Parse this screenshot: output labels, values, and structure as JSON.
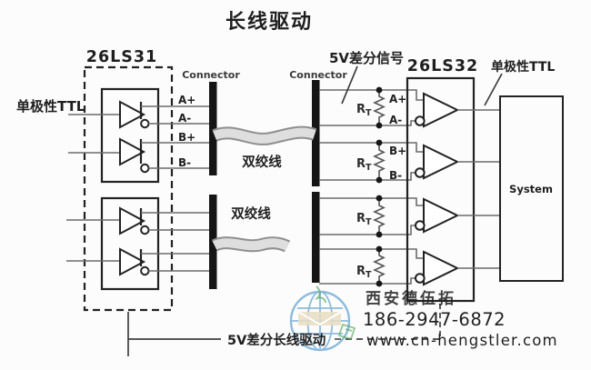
{
  "title": "长线驱动",
  "driver_side": {
    "chip": "26LS31",
    "signal_label": "单极性TTL"
  },
  "receiver_side": {
    "chip": "26LS32",
    "signal_label": "单极性TTL",
    "system_label": "System"
  },
  "connectors": {
    "left": "Connector",
    "right": "Connector"
  },
  "twisted_pair": {
    "upper": "双绞线",
    "lower": "双绞线"
  },
  "diff_signal_label": "5V差分信号",
  "bottom_label": "5V差分长线驱动",
  "channels_left": [
    "A+",
    "A-",
    "B+",
    "B-"
  ],
  "channels_right": [
    "A+",
    "A-",
    "B+",
    "B-"
  ],
  "termination": {
    "base": "R",
    "sub": "T"
  },
  "watermark": {
    "company": "西安德伍拓",
    "phone": "186-2947-6872",
    "site": "www.cn-hengstler.com",
    "logo": "globe-envelope-logo"
  },
  "colors": {
    "wire": "#6b6b6b",
    "outline": "#222222",
    "connector_bar": "#151515",
    "ribbon_fill": "#dedede",
    "ribbon_edge": "#8f8f8f",
    "watermark_blue": "#83b5da",
    "watermark_green": "#46a04b",
    "watermark_gray": "#9a9a9a",
    "phone_blue": "#6fa9da"
  }
}
